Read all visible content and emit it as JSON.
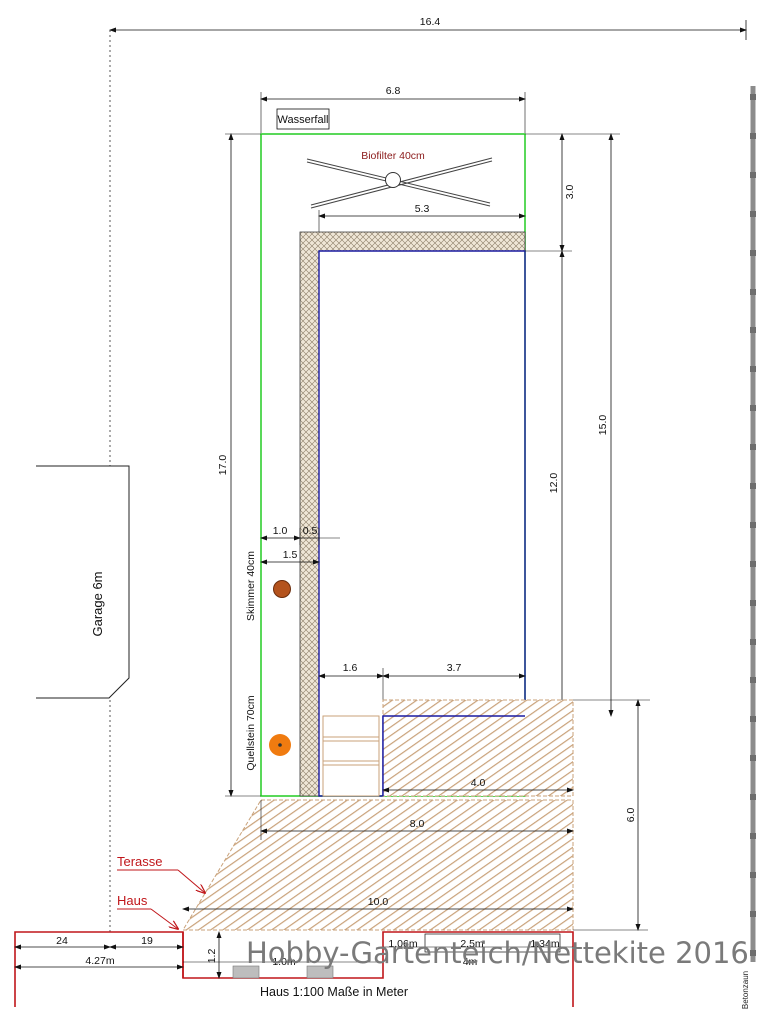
{
  "title": "Haus 1:100   Maße in Meter",
  "watermark": "Hobby-Gartenteich/Nettekite 2016",
  "labels": {
    "wasserfall": "Wasserfall",
    "biofilter": "Biofilter 40cm",
    "skimmer": "Skimmer 40cm",
    "quellstein": "Quellstein 70cm",
    "garage": "Garage  6m",
    "terasse": "Terasse",
    "haus": "Haus",
    "betonzaun": "Betonzaun"
  },
  "dimensions": {
    "total_width": "16.4",
    "top_width": "6.8",
    "biofilter_width": "5.3",
    "right_3": "3.0",
    "right_15": "15.0",
    "right_12": "12.0",
    "left_17": "17.0",
    "d_1_0": "1.0",
    "d_0_5": "0.5",
    "d_1_5": "1.5",
    "d_1_6": "1.6",
    "d_3_7": "3.7",
    "d_4_0": "4.0",
    "d_8_0": "8.0",
    "d_10_0": "10.0",
    "d_6_0": "6.0",
    "d_24": "24",
    "d_19": "19",
    "d_4_27": "4.27m",
    "d_1_2": "1.2",
    "d_1_06": "1.06m",
    "d_2_5": "2.5m",
    "d_1_34": "1.34m",
    "d_1_0m": "1.0m",
    "d_4m": "4m"
  },
  "colors": {
    "pond_outline": "#22cc22",
    "basin_outline": "#1a1aa0",
    "haus_red": "#c0161a",
    "wood": "#c9a27a"
  }
}
